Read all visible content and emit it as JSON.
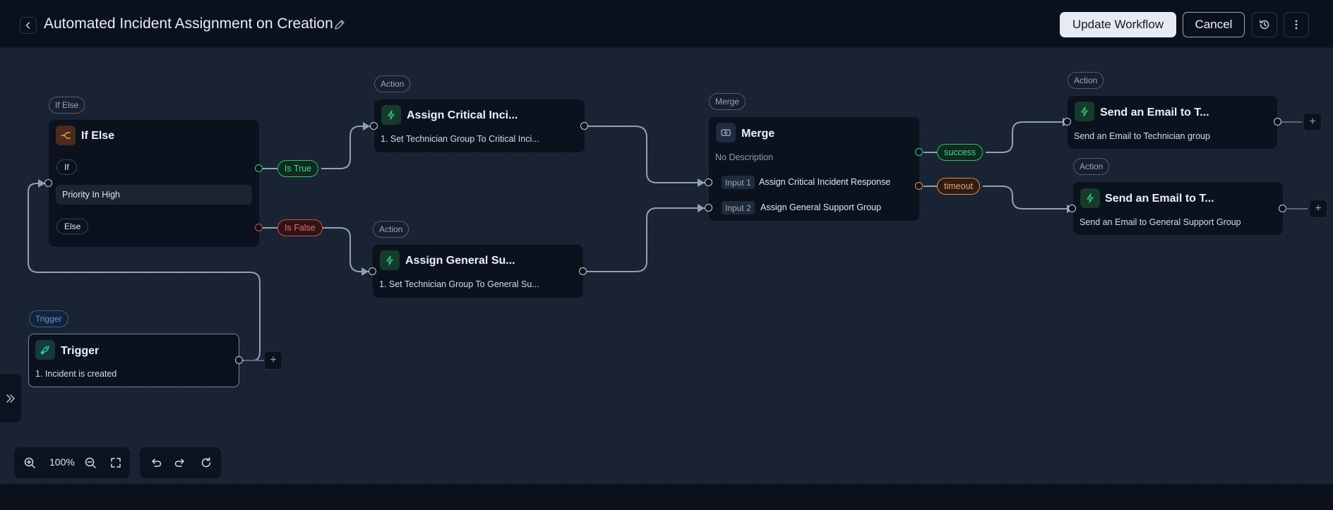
{
  "header": {
    "title": "Automated Incident Assignment on Creation",
    "update_label": "Update Workflow",
    "cancel_label": "Cancel"
  },
  "nodes": {
    "ifelse": {
      "tag": "If Else",
      "title": "If Else",
      "if_label": "If",
      "condition": "Priority In High",
      "else_label": "Else",
      "true_label": "Is True",
      "false_label": "Is False"
    },
    "action_critical": {
      "tag": "Action",
      "title": "Assign Critical Inci...",
      "desc": "1. Set Technician Group To Critical Inci..."
    },
    "action_general": {
      "tag": "Action",
      "title": "Assign General Su...",
      "desc": "1. Set Technician Group To General Su..."
    },
    "merge": {
      "tag": "Merge",
      "title": "Merge",
      "desc": "No Description",
      "input1_tag": "Input 1",
      "input1_label": "Assign Critical Incident Response",
      "input2_tag": "Input 2",
      "input2_label": "Assign General Support Group",
      "success_label": "success",
      "timeout_label": "timeout"
    },
    "email_tech": {
      "tag": "Action",
      "title": "Send an Email to T...",
      "desc": "Send an Email to Technician group"
    },
    "email_general": {
      "tag": "Action",
      "title": "Send an Email to T...",
      "desc": "Send an Email to General Support Group"
    },
    "trigger": {
      "tag": "Trigger",
      "title": "Trigger",
      "desc": "1. Incident is created"
    }
  },
  "toolbar": {
    "zoom_level": "100%"
  },
  "colors": {
    "canvas": "#1a2333",
    "success": "#2fbf68",
    "danger": "#d94848",
    "warning": "#e68a3e",
    "trigger": "#4d8fe0"
  },
  "icons": {
    "back": "chevron-left-icon",
    "edit": "pencil-icon",
    "history": "history-icon",
    "more": "more-vertical-icon",
    "action": "lightning-icon",
    "ifelse": "branch-icon",
    "merge": "merge-icon",
    "trigger": "rocket-icon",
    "zoom_in": "zoom-in-icon",
    "zoom_out": "zoom-out-icon",
    "fit": "fit-screen-icon",
    "undo": "undo-icon",
    "redo": "redo-icon",
    "refresh": "refresh-icon",
    "sidebar": "double-chevron-right-icon"
  }
}
